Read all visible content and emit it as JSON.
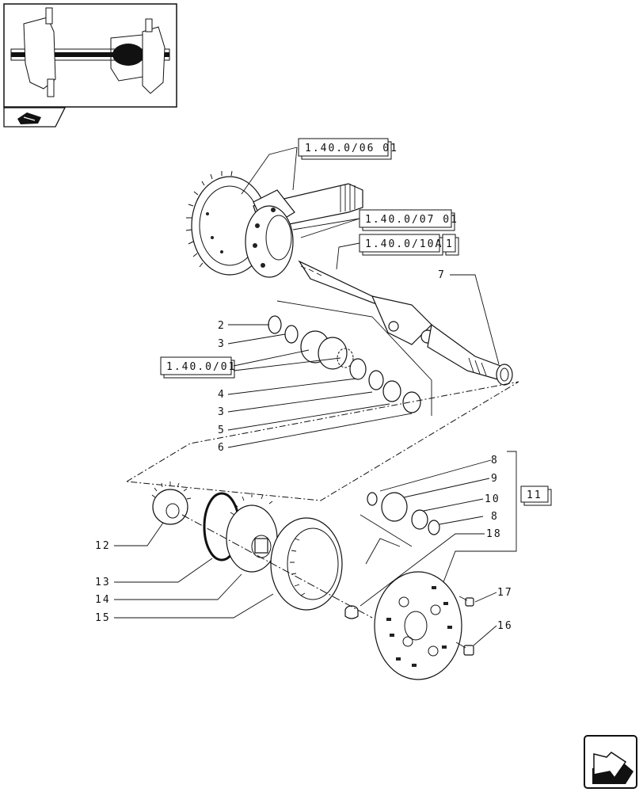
{
  "references": {
    "ref_gearset": "1.40.0/06 01",
    "ref_diff": "1.40.0/07 01",
    "ref_shaft": "1.40.0/10A",
    "ref_shaft_qty": "1",
    "ref_bearing": "1.40.0/01",
    "ref_group": "11"
  },
  "callouts": {
    "c2": "2",
    "c3a": "3",
    "c4": "4",
    "c3b": "3",
    "c5": "5",
    "c6": "6",
    "c7": "7",
    "c8a": "8",
    "c9": "9",
    "c10": "10",
    "c8b": "8",
    "c18": "18",
    "c12": "12",
    "c13": "13",
    "c14": "14",
    "c15": "15",
    "c17": "17",
    "c16": "16"
  },
  "icons": {
    "thumbnail": "axle-assembly-thumbnail",
    "section_badge": "vehicle-section-icon",
    "nav": "next-page-arrow-icon"
  }
}
